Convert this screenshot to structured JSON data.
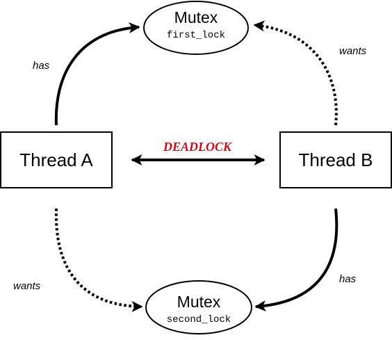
{
  "threads": {
    "a": {
      "label": "Thread A"
    },
    "b": {
      "label": "Thread B"
    }
  },
  "mutexes": {
    "first": {
      "title": "Mutex",
      "name": "first_lock"
    },
    "second": {
      "title": "Mutex",
      "name": "second_lock"
    }
  },
  "edges": {
    "a_has_first": {
      "label": "has",
      "style": "solid"
    },
    "b_wants_first": {
      "label": "wants",
      "style": "dotted"
    },
    "a_wants_second": {
      "label": "wants",
      "style": "dotted"
    },
    "b_has_second": {
      "label": "has",
      "style": "solid"
    }
  },
  "deadlock": {
    "label": "DEADLOCK",
    "color": "#c0101a"
  }
}
